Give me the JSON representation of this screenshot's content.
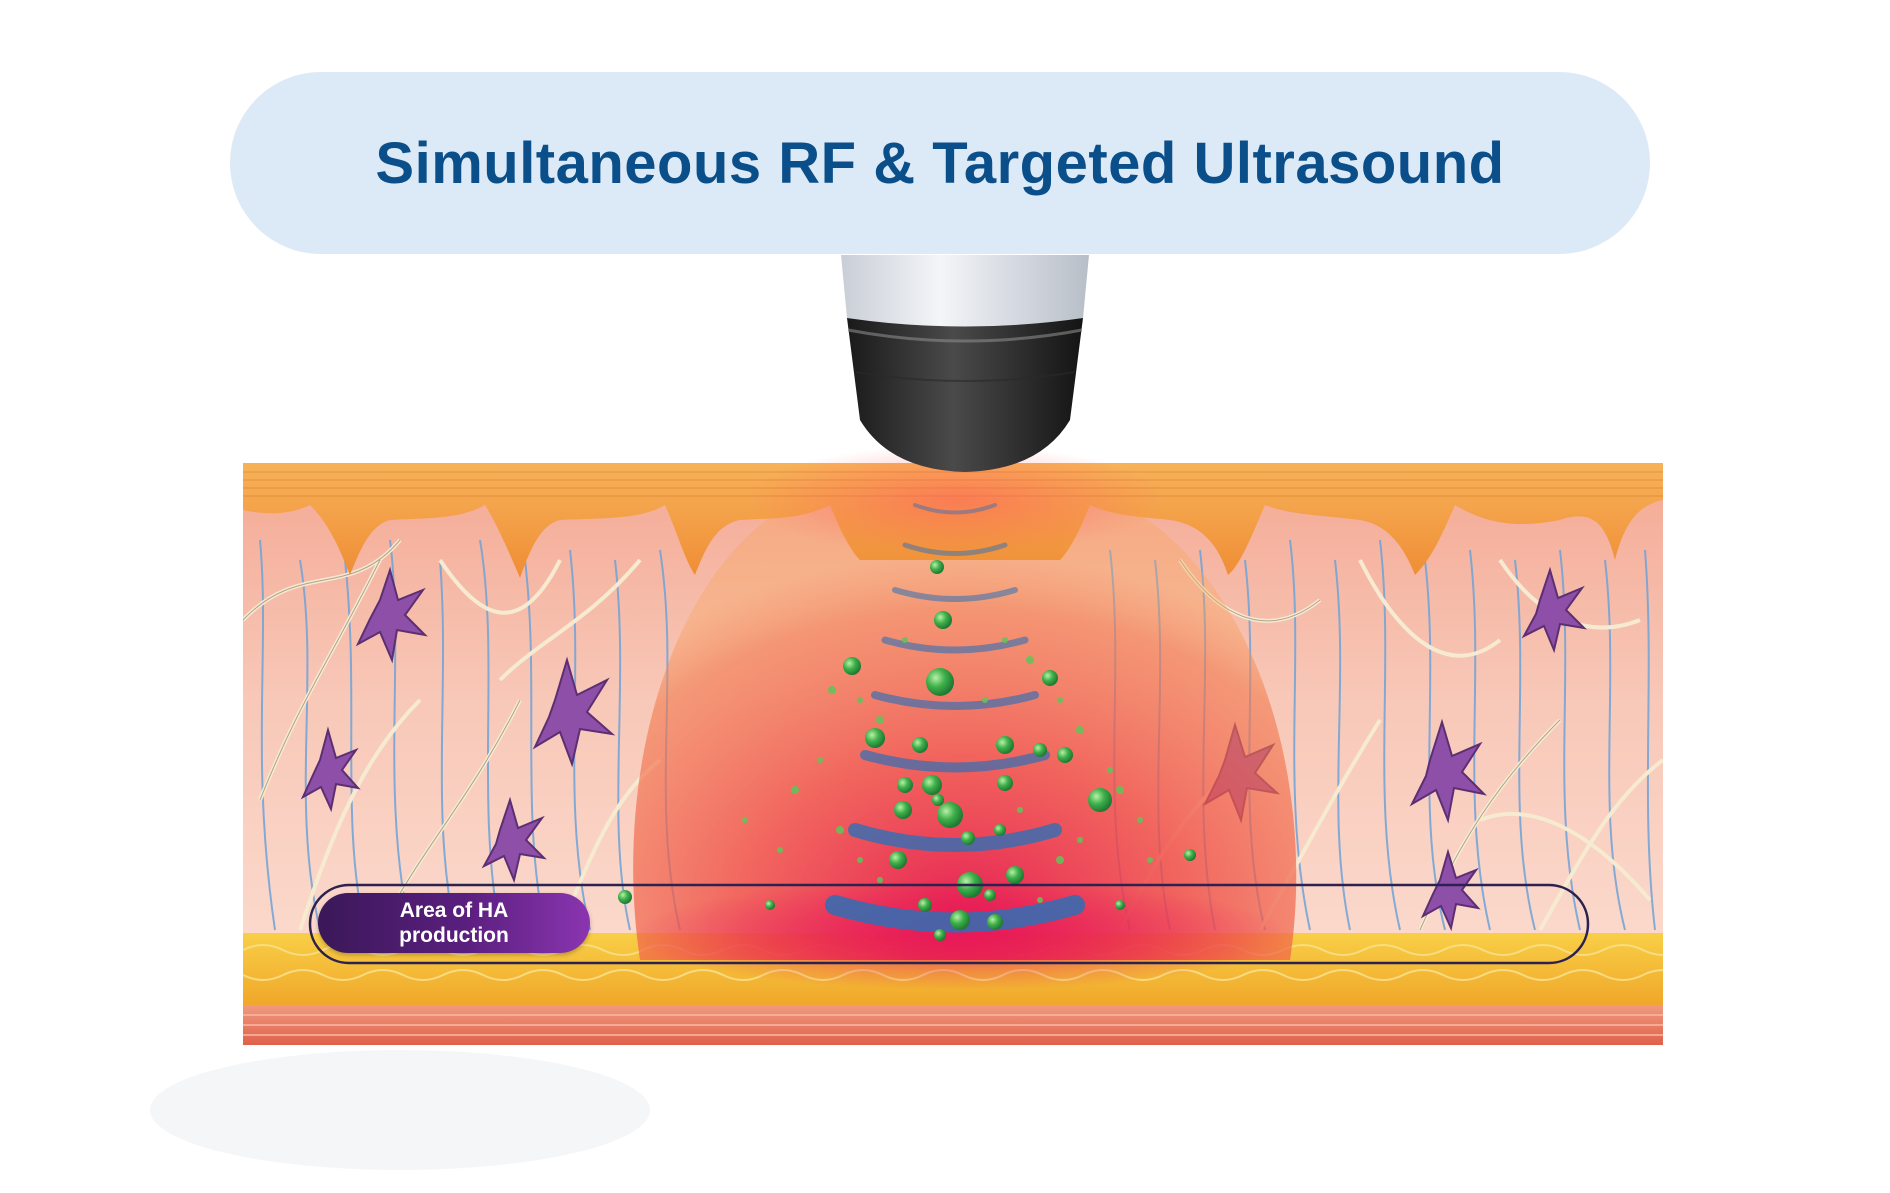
{
  "title": "Simultaneous RF & Targeted Ultrasound",
  "label": {
    "line1": "Area of HA",
    "line2": "production"
  },
  "colors": {
    "title_pill": "#dce9f6",
    "title_text": "#0b4f8a",
    "epidermis": "#f2a24a",
    "dermis": "#f6b9a4",
    "fat": "#f7c23a",
    "muscle": "#e8745c",
    "rf_heat": "#e8304a",
    "ultrasound_waves": "#2f6fb5",
    "particles": "#3aa84a",
    "fibroblast": "#8e4fa8",
    "label_bg": "#4a1b6e"
  },
  "icons": [
    "ultrasound-probe-icon",
    "fibroblast-cell-icon",
    "ha-particle-icon"
  ]
}
